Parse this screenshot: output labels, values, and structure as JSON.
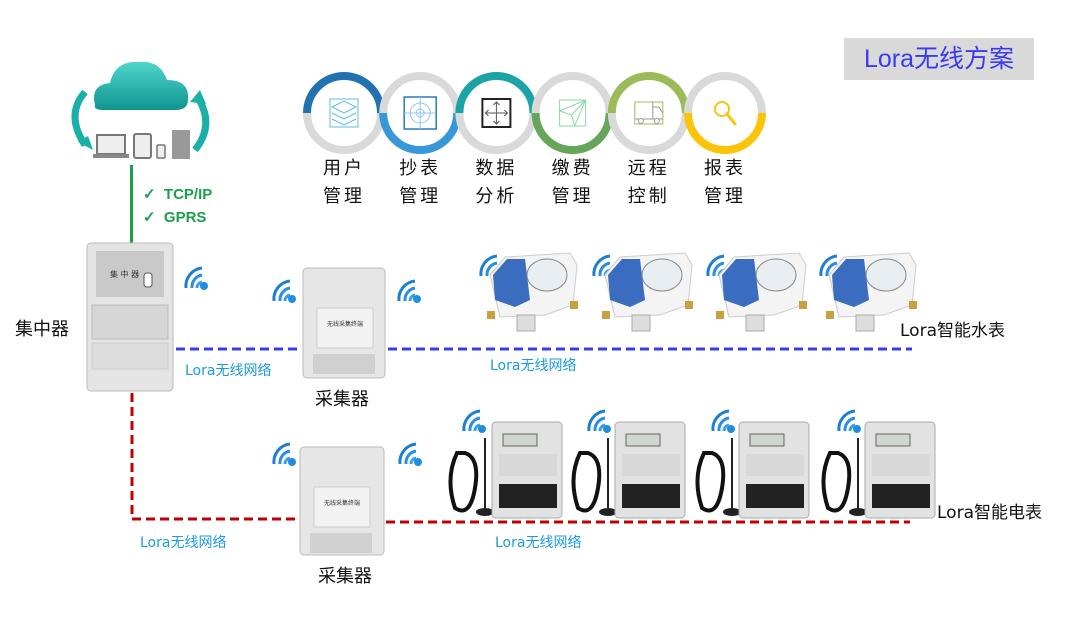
{
  "title": "Lora无线方案",
  "protocols": [
    "TCP/IP",
    "GPRS"
  ],
  "check_icon": "✓",
  "concentrator_label": "集中器",
  "collector_label": "采集器",
  "network_label": "Lora无线网络",
  "water_meter_label": "Lora智能水表",
  "electric_meter_label": "Lora智能电表",
  "modules": [
    {
      "line1": "用户",
      "line2": "管理",
      "icon": "layers-icon",
      "top": "#2271b0",
      "bottom": "#d9d9d9"
    },
    {
      "line1": "抄表",
      "line2": "管理",
      "icon": "target-icon",
      "top": "#d9d9d9",
      "bottom": "#3797d8"
    },
    {
      "line1": "数据",
      "line2": "分析",
      "icon": "move-arrows-icon",
      "top": "#1ba3a6",
      "bottom": "#d9d9d9"
    },
    {
      "line1": "缴费",
      "line2": "管理",
      "icon": "paper-plane-icon",
      "top": "#d9d9d9",
      "bottom": "#67a65a"
    },
    {
      "line1": "远程",
      "line2": "控制",
      "icon": "truck-icon",
      "top": "#9bbb59",
      "bottom": "#d9d9d9"
    },
    {
      "line1": "报表",
      "line2": "管理",
      "icon": "search-icon",
      "top": "#d9d9d9",
      "bottom": "#fbc40a"
    }
  ],
  "colors": {
    "water_network": "#3a3af0",
    "electric_network": "#c00000",
    "uplink": "#1aa04a",
    "cloud": "#1ab8b0"
  }
}
